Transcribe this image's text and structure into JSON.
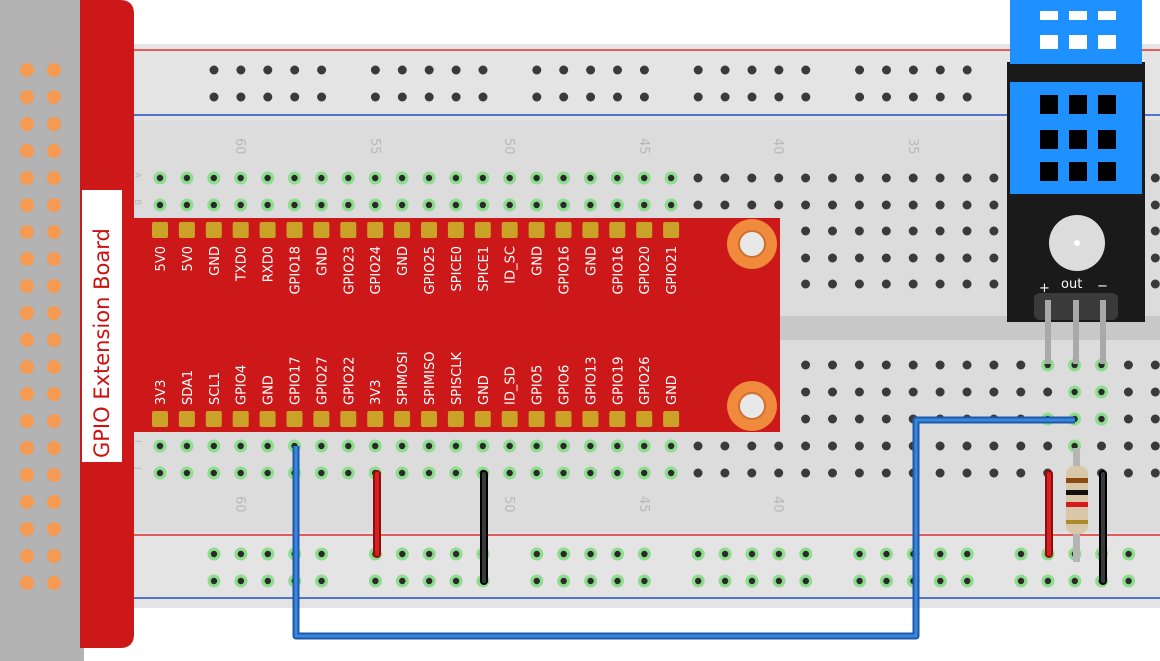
{
  "board": {
    "title": "GPIO Extension Board",
    "top_pins": [
      "5V0",
      "5V0",
      "GND",
      "TXD0",
      "RXD0",
      "GPIO18",
      "GND",
      "GPIO23",
      "GPIO24",
      "GND",
      "GPIO25",
      "SPICE0",
      "SPICE1",
      "ID_SC",
      "GND",
      "GPIO16",
      "GND",
      "GPIO16",
      "GPIO20",
      "GPIO21"
    ],
    "bottom_pins": [
      "3V3",
      "SDA1",
      "SCL1",
      "GPIO4",
      "GND",
      "GPIO17",
      "GPIO27",
      "GPIO22",
      "3V3",
      "SPIMOSI",
      "SPIMISO",
      "SPISCLK",
      "GND",
      "ID_SD",
      "GPIO5",
      "GPIO6",
      "GPIO13",
      "GPIO19",
      "GPIO26",
      "GND"
    ]
  },
  "breadboard": {
    "column_numbers_top": [
      "60",
      "55",
      "50",
      "45",
      "40",
      "35"
    ],
    "column_numbers_bottom": [
      "60",
      "50",
      "45",
      "40"
    ],
    "row_letters_top": [
      "A",
      "B"
    ],
    "row_letters_bottom": [
      "I",
      "J"
    ]
  },
  "sensor": {
    "plus_label": "+",
    "out_label": "out",
    "minus_label": "−"
  },
  "colors": {
    "board_red": "#cc1818",
    "breadboard": "#dcdcdc",
    "rail_red": "#e03030",
    "rail_blue": "#2050c0",
    "wire_blue": "#2a6fc8",
    "wire_red": "#c41818",
    "wire_black": "#1a1a1a",
    "sensor_blue": "#1e90ff",
    "pin_gold": "#c9a227",
    "header_orange": "#f08a3c"
  }
}
